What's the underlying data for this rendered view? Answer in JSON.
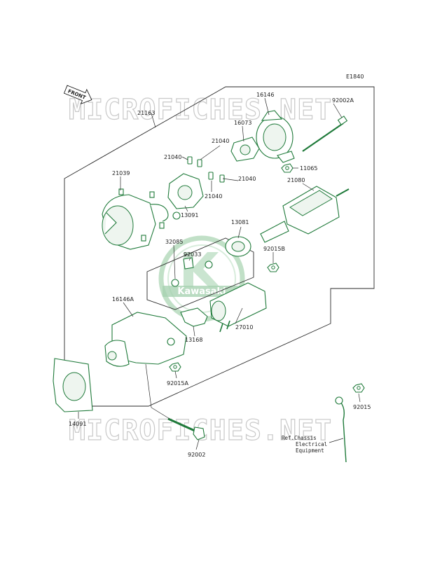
{
  "diagram": {
    "code": "E1840",
    "front_badge": "FRONT",
    "watermark": "MICROFICHES.NET",
    "brand_mark": "Kawasaki",
    "parts": [
      {
        "id": "21163",
        "label": "21163"
      },
      {
        "id": "16146",
        "label": "16146"
      },
      {
        "id": "92002A",
        "label": "92002A"
      },
      {
        "id": "16073",
        "label": "16073"
      },
      {
        "id": "21040a",
        "label": "21040"
      },
      {
        "id": "21040b",
        "label": "21040"
      },
      {
        "id": "21040c",
        "label": "21040"
      },
      {
        "id": "21040d",
        "label": "21040"
      },
      {
        "id": "11065",
        "label": "11065"
      },
      {
        "id": "21039",
        "label": "21039"
      },
      {
        "id": "21080",
        "label": "21080"
      },
      {
        "id": "13091",
        "label": "13091"
      },
      {
        "id": "13081",
        "label": "13081"
      },
      {
        "id": "32085",
        "label": "32085"
      },
      {
        "id": "92033",
        "label": "92033"
      },
      {
        "id": "92015B",
        "label": "92015B"
      },
      {
        "id": "16146A",
        "label": "16146A"
      },
      {
        "id": "27010",
        "label": "27010"
      },
      {
        "id": "13168",
        "label": "13168"
      },
      {
        "id": "92015A",
        "label": "92015A"
      },
      {
        "id": "92015",
        "label": "92015"
      },
      {
        "id": "14091",
        "label": "14091"
      },
      {
        "id": "92002",
        "label": "92002"
      }
    ],
    "reference_note": [
      "Ref.Chassis",
      "Electrical",
      "Equipment"
    ]
  }
}
